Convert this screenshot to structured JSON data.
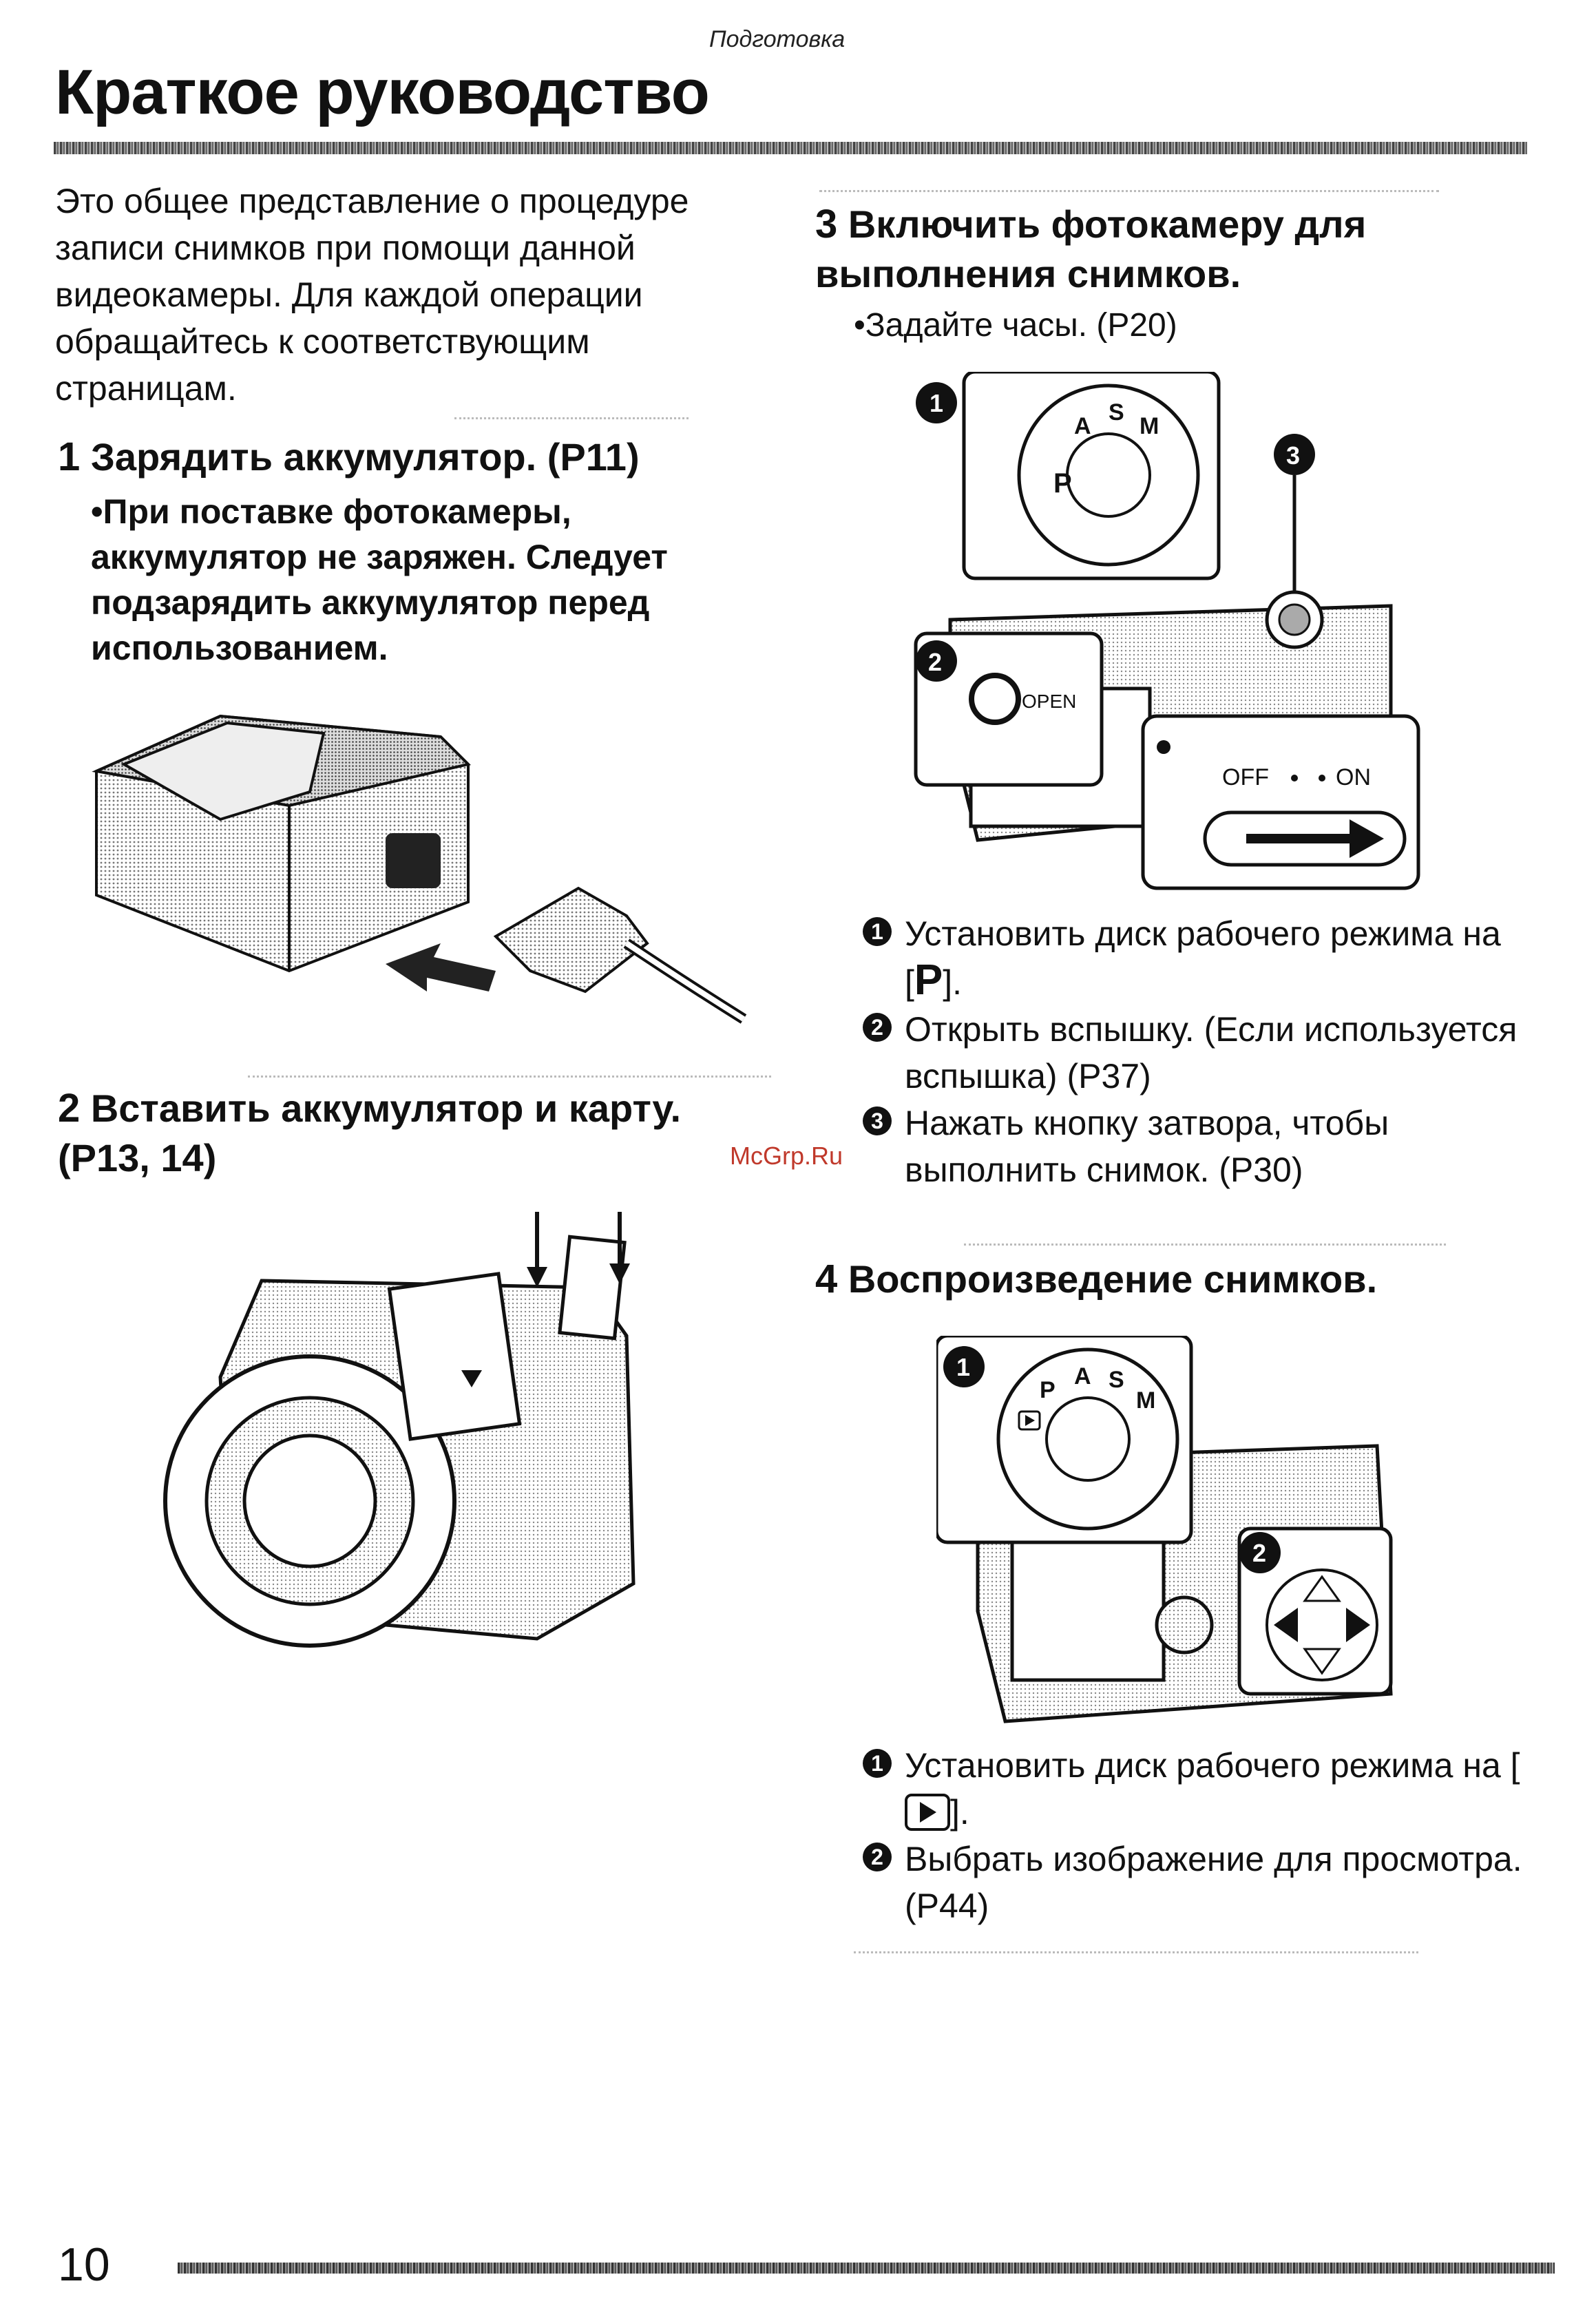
{
  "header": {
    "section": "Подготовка",
    "title": "Краткое руководство"
  },
  "intro": "Это общее представление о процедуре записи снимков при помощи данной видеокамеры. Для каждой операции обращайтесь к соответствующим страницам.",
  "step1": {
    "num": "1",
    "title": "Зарядить аккумулятор. (P11)",
    "note": "•При поставке фотокамеры, аккумулятор не заряжен. Следует подзарядить аккумулятор перед использованием."
  },
  "step2": {
    "num": "2",
    "title": "Вставить аккумулятор и карту. (P13, 14)"
  },
  "step3": {
    "num": "3",
    "title": "Включить фотокамеру для выполнения снимков.",
    "note": "•Задайте часы. (P20)",
    "figure": {
      "open_label": "OPEN",
      "off_label": "OFF",
      "on_label": "ON"
    },
    "items": [
      {
        "marker": "1",
        "text_before": "Установить диск рабочего режима на [",
        "symbol": "P",
        "text_after": "]."
      },
      {
        "marker": "2",
        "text": "Открыть вспышку. (Если используется вспышка) (P37)"
      },
      {
        "marker": "3",
        "text": "Нажать кнопку затвора, чтобы выполнить снимок. (P30)"
      }
    ]
  },
  "step4": {
    "num": "4",
    "title": "Воспроизведение снимков.",
    "items": [
      {
        "marker": "1",
        "text_before": "Установить диск рабочего режима на [",
        "text_after": "]."
      },
      {
        "marker": "2",
        "text": "Выбрать изображение для просмотра. (P44)"
      }
    ]
  },
  "watermark": "McGrp.Ru",
  "page_number": "10"
}
